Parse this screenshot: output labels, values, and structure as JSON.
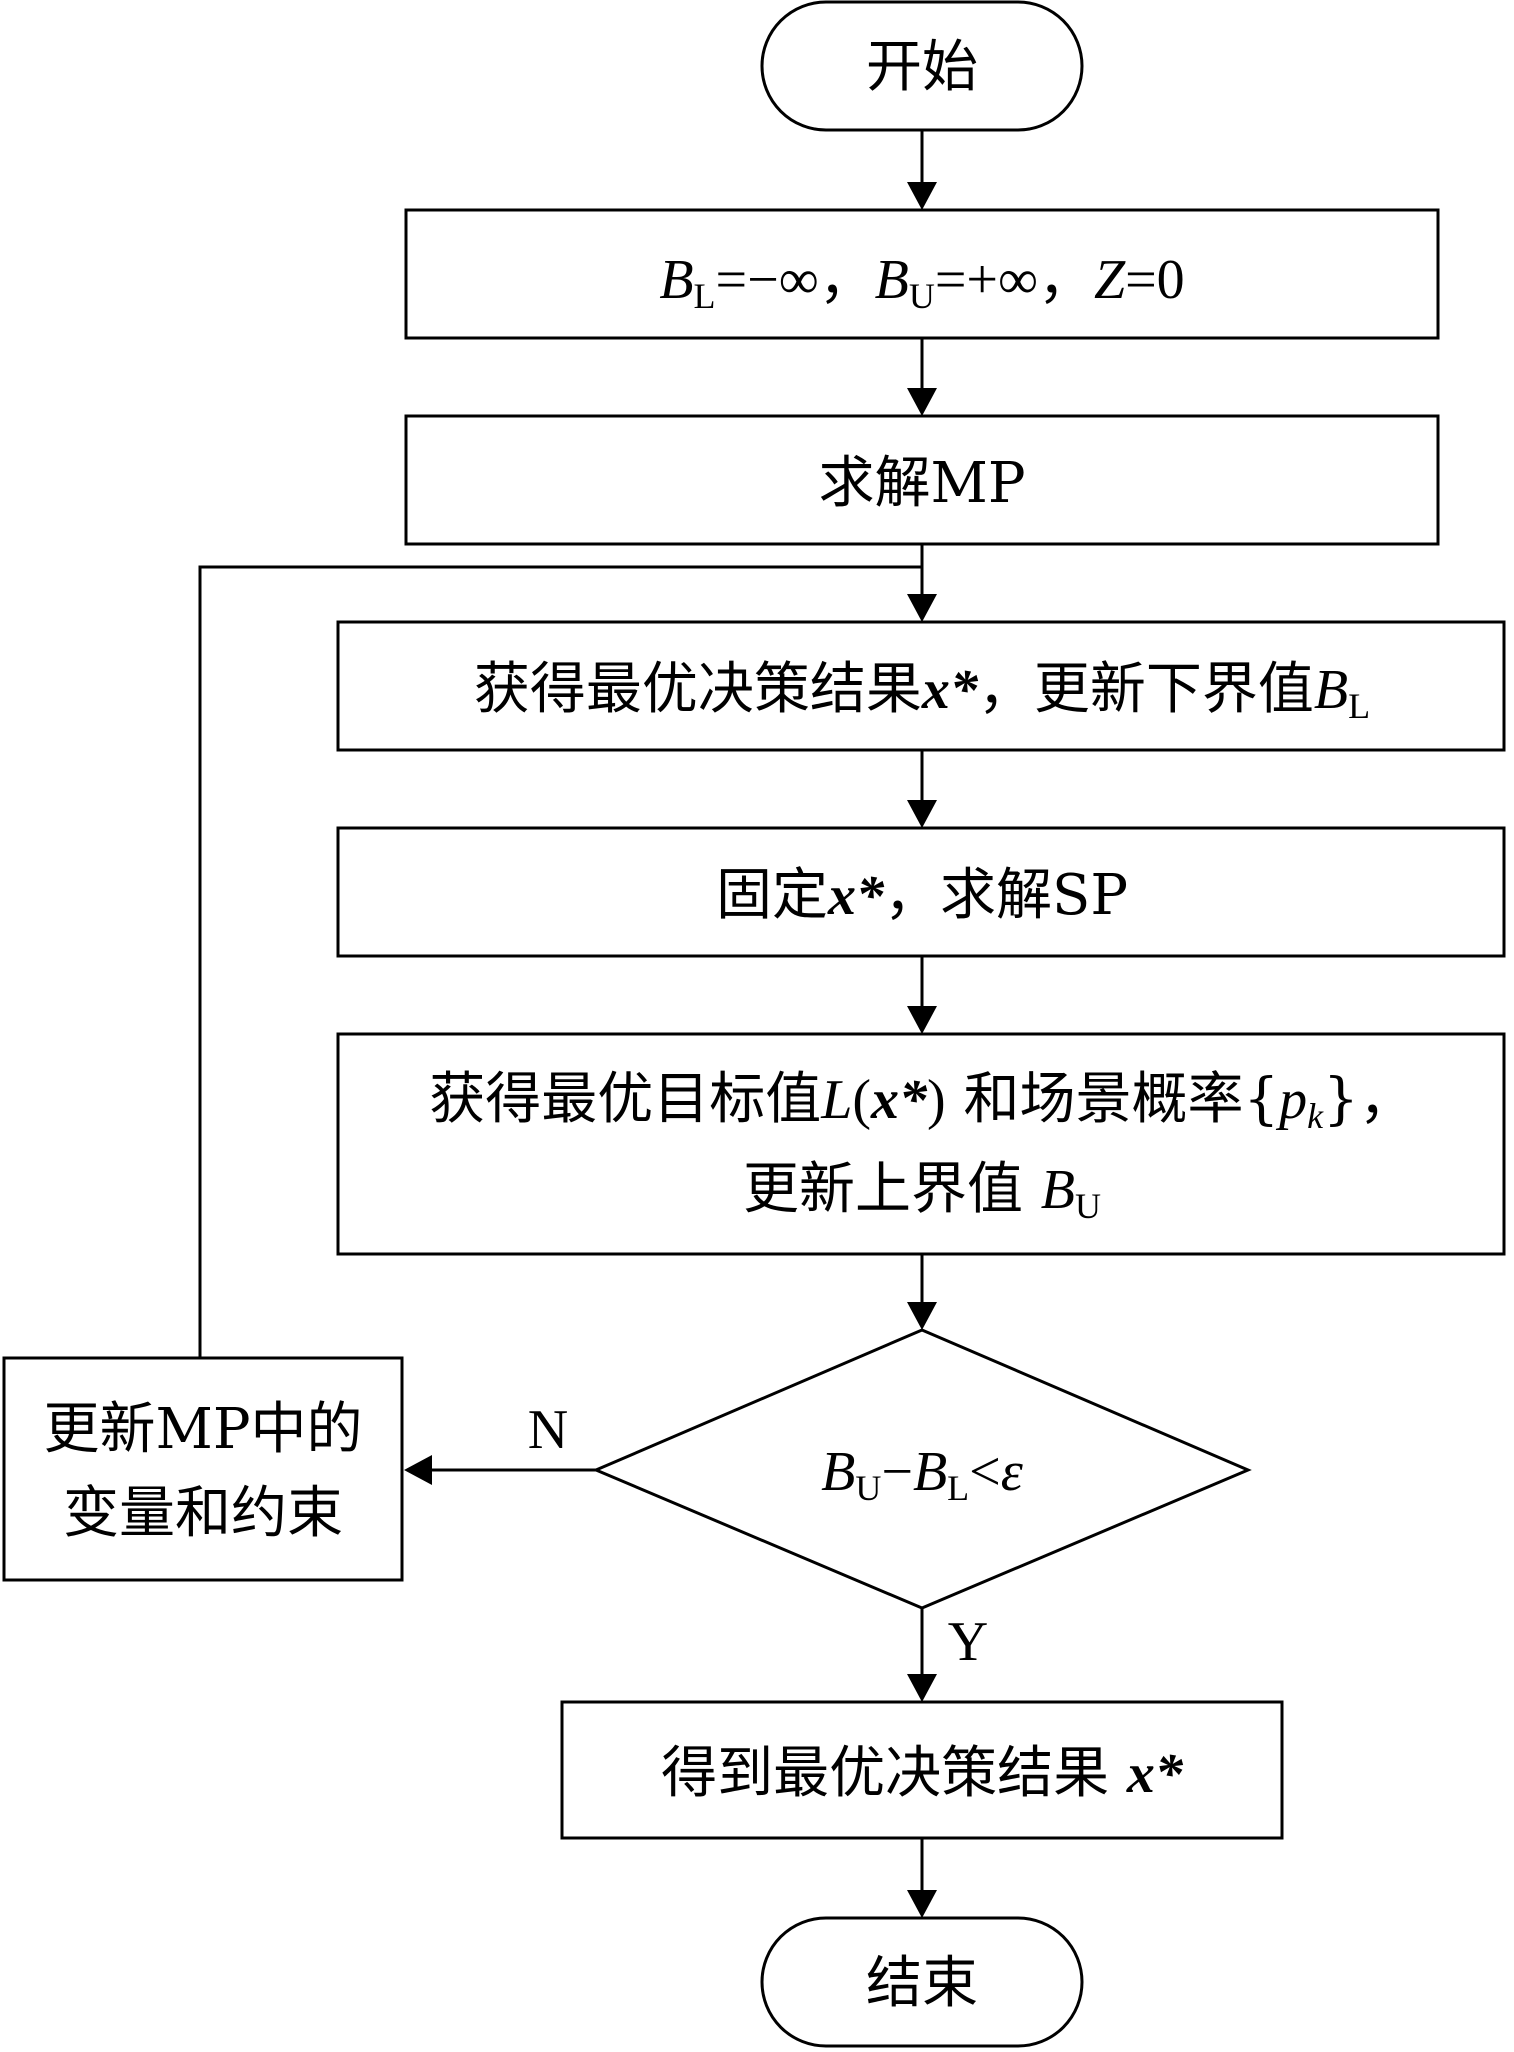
{
  "nodes": {
    "start": {
      "text": "开始"
    },
    "init": {
      "b": "B",
      "l": "L",
      "eq1": "=−∞，",
      "b2": "B",
      "u": "U",
      "eq2": "=+∞，",
      "z": "Z",
      "eq3": "=0"
    },
    "solve_mp": {
      "text": "求解MP"
    },
    "obtain_x": {
      "text": "获得最优决策结果",
      "x": "x*",
      "after": "，更新下界值",
      "b": "B",
      "l": "L"
    },
    "fix_x": {
      "pre": "固定",
      "x": "x*",
      "after": "，求解SP"
    },
    "obtain_obj": {
      "line1_pre": "获得最优目标值",
      "L": "L",
      "paren_open": "(",
      "x": "x*",
      "paren_close": ")",
      "mid": " 和场景概率{",
      "p": "p",
      "k": "k",
      "end": "}，",
      "line2_pre": "更新上界值 ",
      "b": "B",
      "u": "U"
    },
    "decision": {
      "b1": "B",
      "u": "U",
      "minus": "−",
      "b2": "B",
      "l": "L",
      "lt": "<",
      "eps": "ε"
    },
    "update_mp": {
      "line1": "更新MP中的",
      "line2": "变量和约束"
    },
    "result": {
      "text": "得到最优决策结果 ",
      "x": "x*"
    },
    "end": {
      "text": "结束"
    }
  },
  "branches": {
    "no": "N",
    "yes": "Y"
  }
}
